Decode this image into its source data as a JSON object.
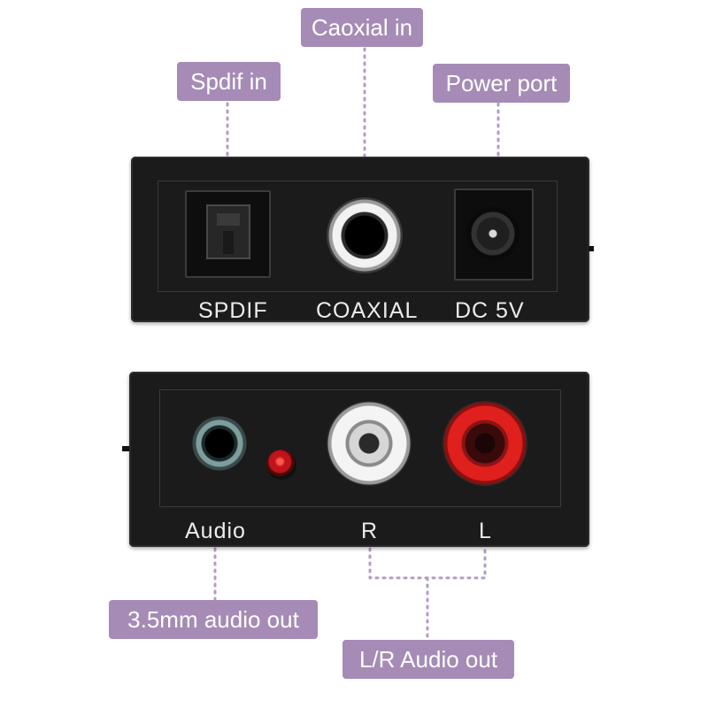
{
  "callouts": {
    "spdif_in": "Spdif in",
    "coaxial_in": "Caoxial in",
    "power_port": "Power port",
    "audio_35_out": "3.5mm audio out",
    "lr_audio_out": "L/R Audio out"
  },
  "top_panel": {
    "spdif_label": "SPDIF",
    "coaxial_label": "COAXIAL",
    "dc_label": "DC 5V"
  },
  "bottom_panel": {
    "audio_label": "Audio",
    "r_label": "R",
    "l_label": "L"
  },
  "colors": {
    "callout_bg": "#a58bb6",
    "leader_dots": "#b39bc6",
    "panel_body": "#1b1b1b",
    "rca_right_ring": "#e8e8e8",
    "rca_left_ring": "#e0201d",
    "led": "#c0141a"
  }
}
